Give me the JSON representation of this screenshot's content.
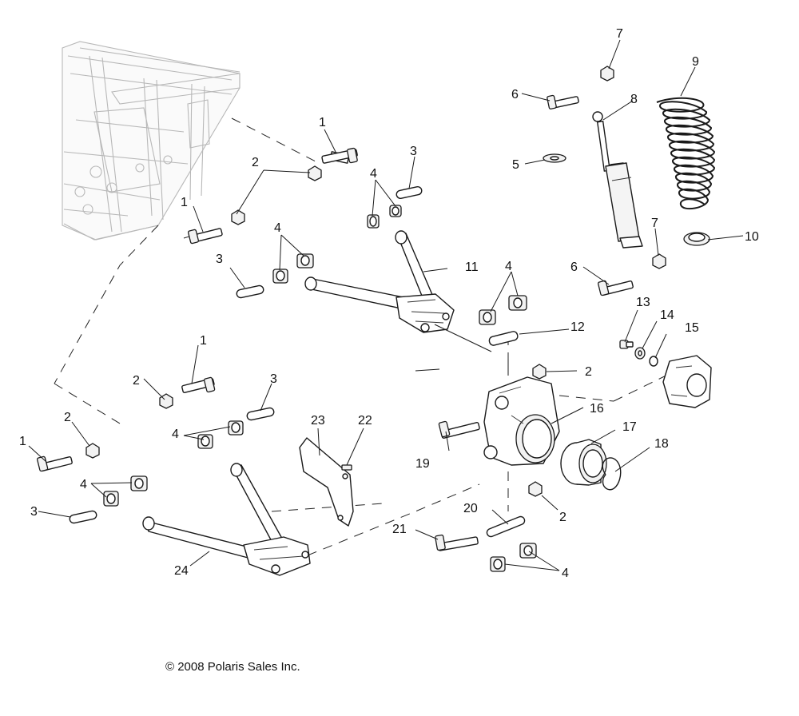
{
  "diagram": {
    "copyright": "© 2008 Polaris Sales Inc.",
    "callouts": [
      "1",
      "2",
      "3",
      "4",
      "5",
      "6",
      "7",
      "8",
      "9",
      "10",
      "11",
      "12",
      "13",
      "14",
      "15",
      "16",
      "17",
      "18",
      "19",
      "20",
      "21",
      "22",
      "23",
      "24"
    ]
  }
}
